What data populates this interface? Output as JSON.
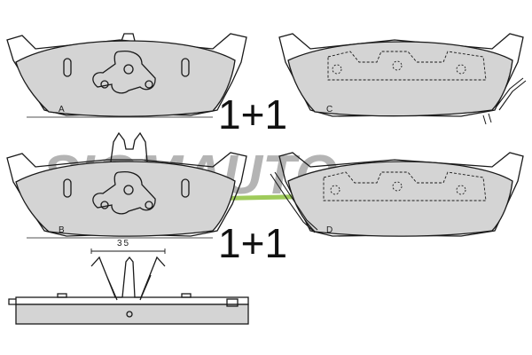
{
  "pads": [
    {
      "label": "A"
    },
    {
      "label": "C"
    },
    {
      "label": "B"
    },
    {
      "label": "D"
    }
  ],
  "set_labels": [
    "1+1",
    "1+1"
  ],
  "dimension": {
    "value": "35"
  },
  "watermark": {
    "text": "SIGMAUTO",
    "color": "#9c9c9c",
    "accent": "#8fc23f"
  },
  "colors": {
    "pad_fill": "#d4d4d4",
    "outline": "#1a1a1a"
  }
}
